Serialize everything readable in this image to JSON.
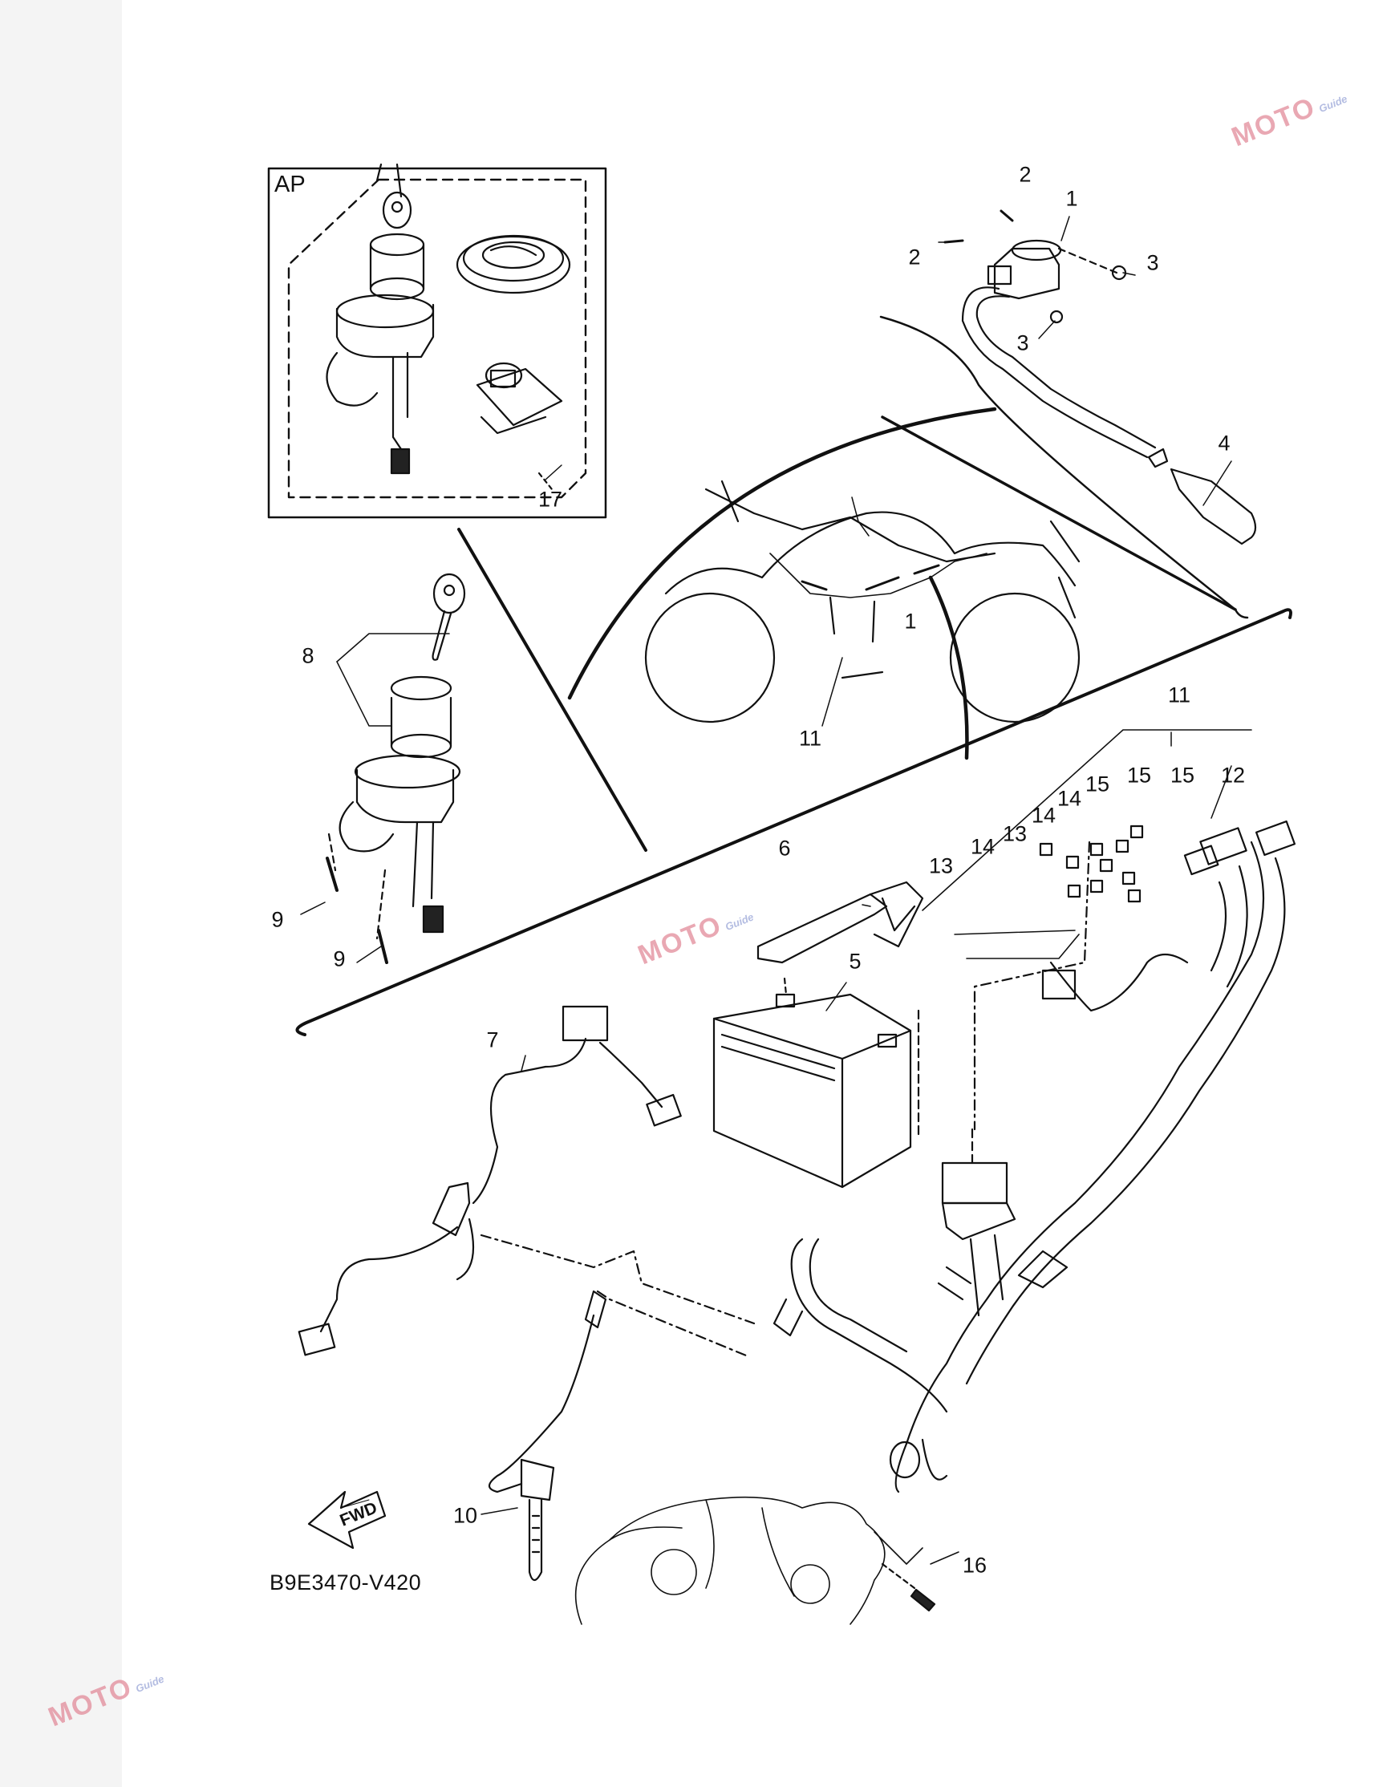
{
  "inset": {
    "title": "AP",
    "part_ref": "17"
  },
  "diagram_code": "B9E3470-V420",
  "fwd_arrow": {
    "label": "FWD",
    "icon": "forward-arrow-icon"
  },
  "watermarks": [
    {
      "text": "MOTO",
      "subtext": "Guide"
    },
    {
      "text": "MOTO",
      "subtext": "Guide"
    },
    {
      "text": "MOTO",
      "subtext": "Guide"
    }
  ],
  "callouts": {
    "c1_coil": "1",
    "c1_harness": "1",
    "c2_top": "2",
    "c2_left": "2",
    "c3_right": "3",
    "c3_bottom": "3",
    "c4": "4",
    "c5": "5",
    "c6": "6",
    "c7": "7",
    "c8": "8",
    "c9_upper": "9",
    "c9_lower": "9",
    "c10": "10",
    "c11_overview": "11",
    "c11_harness": "11",
    "c12": "12",
    "c13_upper": "13",
    "c13_lower": "13",
    "c14_a": "14",
    "c14_b": "14",
    "c14_c": "14",
    "c15_a": "15",
    "c15_b": "15",
    "c15_c": "15",
    "c16": "16",
    "c17": "17"
  }
}
